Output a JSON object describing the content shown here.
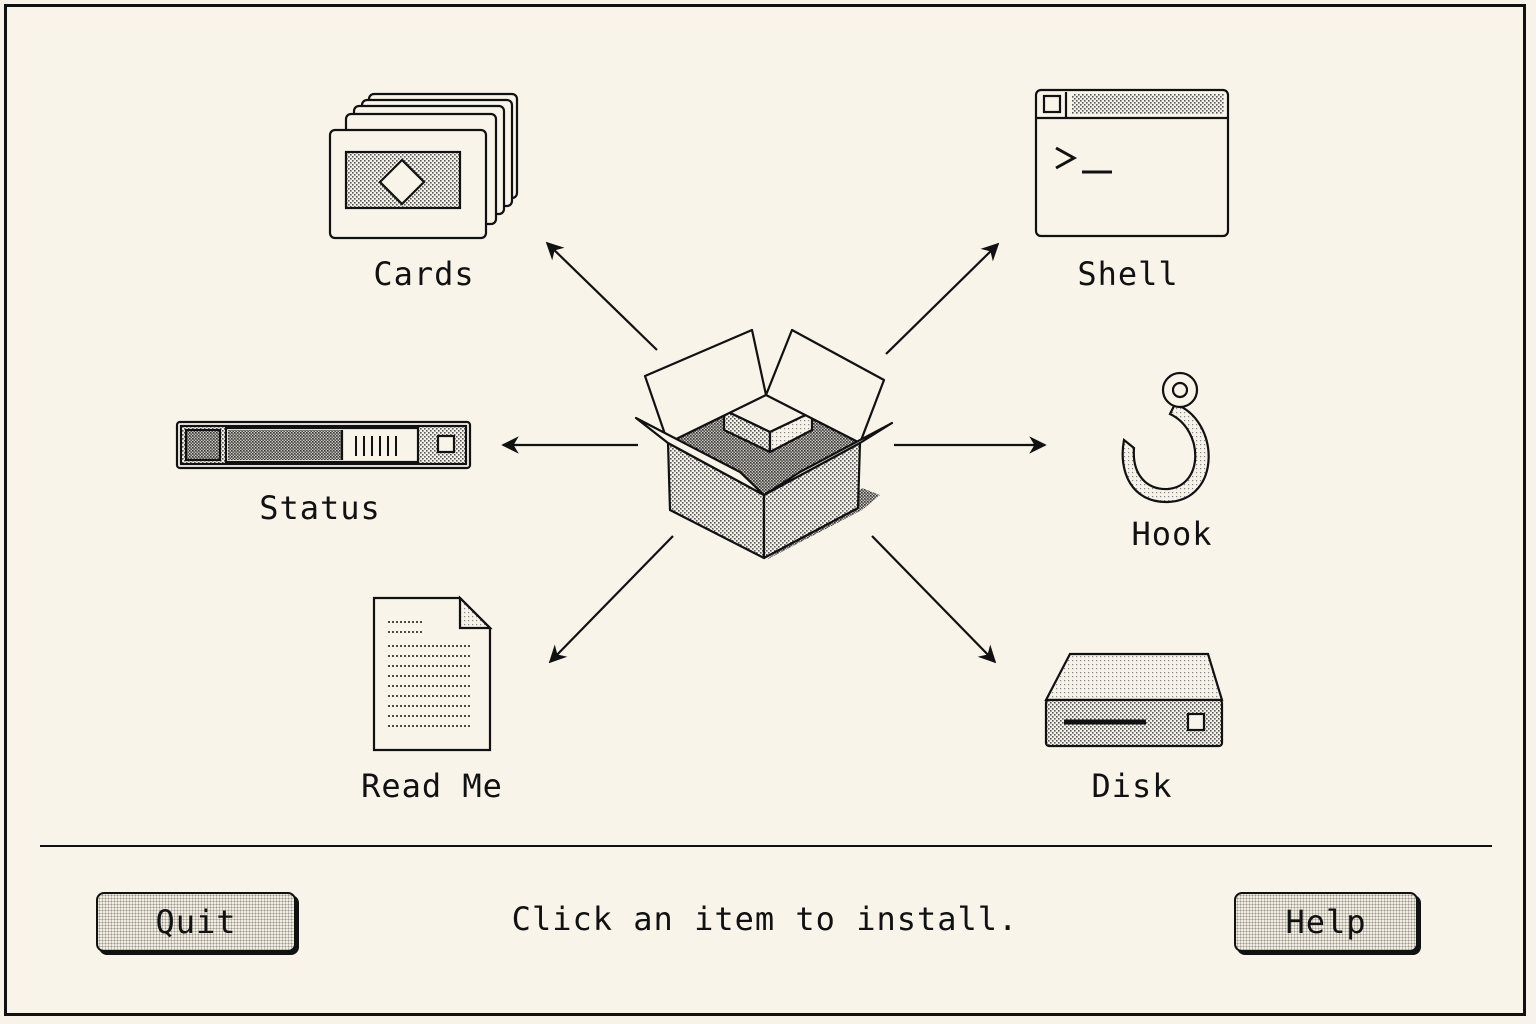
{
  "items": {
    "cards": {
      "label": "Cards",
      "icon": "cards-icon"
    },
    "shell": {
      "label": "Shell",
      "icon": "terminal-window-icon"
    },
    "status": {
      "label": "Status",
      "icon": "status-bar-icon"
    },
    "hook": {
      "label": "Hook",
      "icon": "hook-icon"
    },
    "readme": {
      "label": "Read Me",
      "icon": "document-icon"
    },
    "disk": {
      "label": "Disk",
      "icon": "disk-drive-icon"
    }
  },
  "center": {
    "icon": "open-box-icon"
  },
  "footer": {
    "quit_label": "Quit",
    "help_label": "Help",
    "status_text": "Click an item to install."
  },
  "colors": {
    "background": "#f8f4ea",
    "ink": "#111111",
    "dither": "#9a978f"
  }
}
